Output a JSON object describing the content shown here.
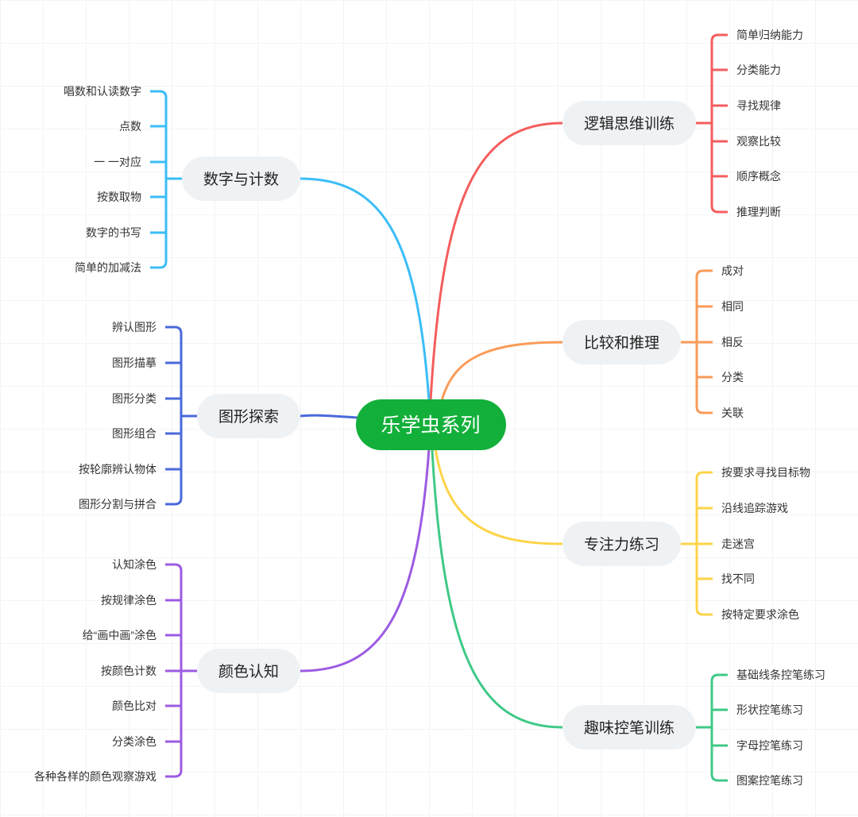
{
  "center": {
    "label": "乐学虫系列",
    "color": "#12b03a"
  },
  "branches": [
    {
      "label": "逻辑思维训练",
      "side": "right",
      "color": "#f45d5d",
      "items": [
        "简单归纳能力",
        "分类能力",
        "寻找规律",
        "观察比较",
        "顺序概念",
        "推理判断"
      ]
    },
    {
      "label": "比较和推理",
      "side": "right",
      "color": "#f99b58",
      "items": [
        "成对",
        "相同",
        "相反",
        "分类",
        "关联"
      ]
    },
    {
      "label": "专注力练习",
      "side": "right",
      "color": "#fdd449",
      "items": [
        "按要求寻找目标物",
        "沿线追踪游戏",
        "走迷宫",
        "找不同",
        "按特定要求涂色"
      ]
    },
    {
      "label": "趣味控笔训练",
      "side": "right",
      "color": "#3fc987",
      "items": [
        "基础线条控笔练习",
        "形状控笔练习",
        "字母控笔练习",
        "图案控笔练习"
      ]
    },
    {
      "label": "数字与计数",
      "side": "left",
      "color": "#3bbdf7",
      "items": [
        "唱数和认读数字",
        "点数",
        "一 一对应",
        "按数取物",
        "数字的书写",
        "简单的加减法"
      ]
    },
    {
      "label": "图形探索",
      "side": "left",
      "color": "#4a69da",
      "items": [
        "辨认图形",
        "图形描摹",
        "图形分类",
        "图形组合",
        "按轮廓辨认物体",
        "图形分割与拼合"
      ]
    },
    {
      "label": "颜色认知",
      "side": "left",
      "color": "#9c5be2",
      "items": [
        "认知涂色",
        "按规律涂色",
        "给“画中画”涂色",
        "按颜色计数",
        "颜色比对",
        "分类涂色",
        "各种各样的颜色观察游戏"
      ]
    }
  ]
}
